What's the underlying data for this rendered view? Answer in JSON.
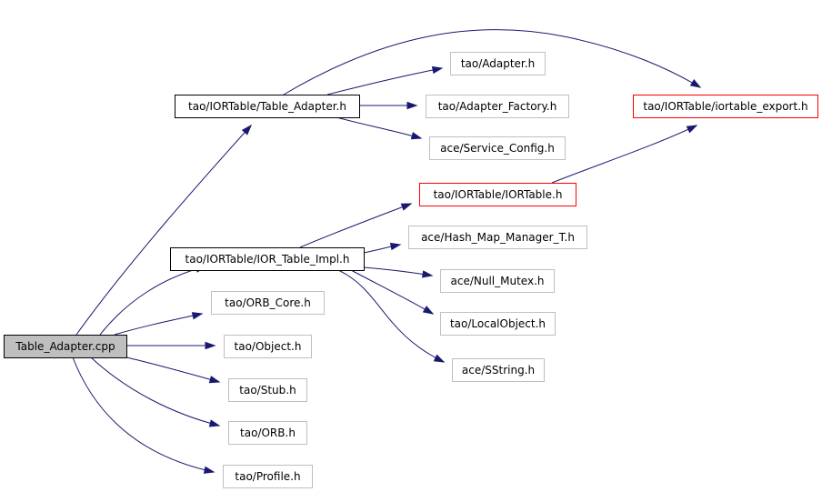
{
  "colors": {
    "edge": "#191970",
    "border_gray": "#bfbfbf",
    "border_red": "#ff0000",
    "border_black": "#000000",
    "root_fill": "#bfbfbf"
  },
  "nodes": {
    "root": {
      "label": "Table_Adapter.cpp",
      "style": "root"
    },
    "table_adapter_h": {
      "label": "tao/IORTable/Table_Adapter.h",
      "style": "documented"
    },
    "ior_table_impl_h": {
      "label": "tao/IORTable/IOR_Table_Impl.h",
      "style": "documented"
    },
    "adapter_h": {
      "label": "tao/Adapter.h",
      "style": "external"
    },
    "adapter_factory_h": {
      "label": "tao/Adapter_Factory.h",
      "style": "external"
    },
    "service_config_h": {
      "label": "ace/Service_Config.h",
      "style": "external"
    },
    "iortable_export_h": {
      "label": "tao/IORTable/iortable_export.h",
      "style": "truncated"
    },
    "iortable_h": {
      "label": "tao/IORTable/IORTable.h",
      "style": "truncated"
    },
    "hash_map_manager_h": {
      "label": "ace/Hash_Map_Manager_T.h",
      "style": "external"
    },
    "null_mutex_h": {
      "label": "ace/Null_Mutex.h",
      "style": "external"
    },
    "local_object_h": {
      "label": "tao/LocalObject.h",
      "style": "external"
    },
    "sstring_h": {
      "label": "ace/SString.h",
      "style": "external"
    },
    "orb_core_h": {
      "label": "tao/ORB_Core.h",
      "style": "external"
    },
    "object_h": {
      "label": "tao/Object.h",
      "style": "external"
    },
    "stub_h": {
      "label": "tao/Stub.h",
      "style": "external"
    },
    "orb_h": {
      "label": "tao/ORB.h",
      "style": "external"
    },
    "profile_h": {
      "label": "tao/Profile.h",
      "style": "external"
    }
  },
  "edges": [
    [
      "root",
      "table_adapter_h"
    ],
    [
      "root",
      "ior_table_impl_h"
    ],
    [
      "root",
      "orb_core_h"
    ],
    [
      "root",
      "object_h"
    ],
    [
      "root",
      "stub_h"
    ],
    [
      "root",
      "orb_h"
    ],
    [
      "root",
      "profile_h"
    ],
    [
      "table_adapter_h",
      "iortable_export_h"
    ],
    [
      "table_adapter_h",
      "adapter_h"
    ],
    [
      "table_adapter_h",
      "adapter_factory_h"
    ],
    [
      "table_adapter_h",
      "service_config_h"
    ],
    [
      "iortable_h",
      "iortable_export_h"
    ],
    [
      "ior_table_impl_h",
      "iortable_h"
    ],
    [
      "ior_table_impl_h",
      "hash_map_manager_h"
    ],
    [
      "ior_table_impl_h",
      "null_mutex_h"
    ],
    [
      "ior_table_impl_h",
      "local_object_h"
    ],
    [
      "ior_table_impl_h",
      "sstring_h"
    ]
  ]
}
